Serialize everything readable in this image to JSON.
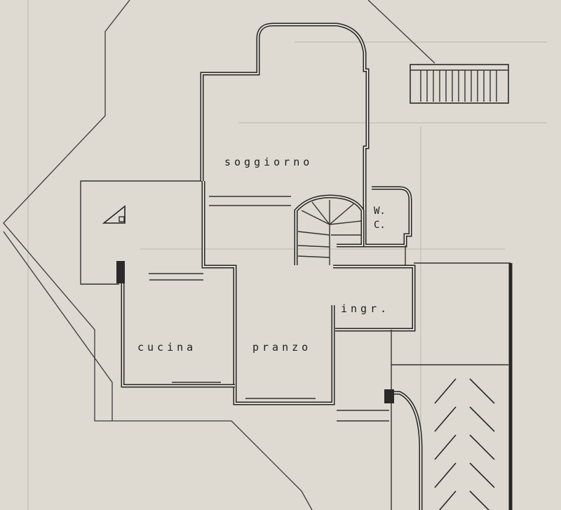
{
  "rooms": {
    "living": "soggiorno",
    "kitchen": "cucina",
    "dining": "pranzo",
    "entrance": "ingr.",
    "wc_line1": "W.",
    "wc_line2": "C."
  }
}
